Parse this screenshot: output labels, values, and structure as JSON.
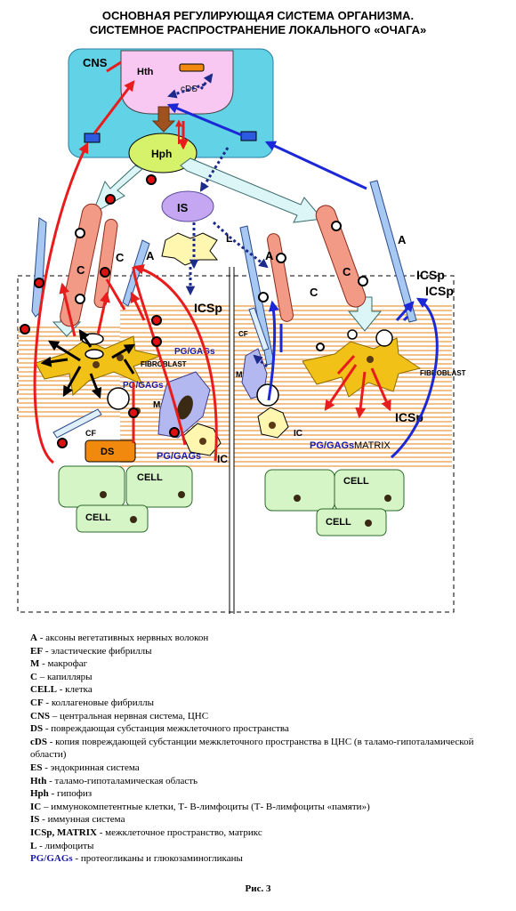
{
  "title": {
    "line1": "ОСНОВНАЯ РЕГУЛИРУЮЩАЯ СИСТЕМА ОРГАНИЗМА.",
    "line2": "СИСТЕМНОЕ РАСПРОСТРАНЕНИЕ ЛОКАЛЬНОГО «ОЧАГА»"
  },
  "diagram": {
    "cns": "CNS",
    "hth": "Hth",
    "cds": "cDS",
    "hph": "Hph",
    "is": "IS",
    "l": "L",
    "a": "A",
    "c": "C",
    "icsp": "ICSp",
    "cf": "CF",
    "m": "M",
    "fibroblast": "FIBROBLAST",
    "pggags": "PG/GAGs",
    "ic": "IC",
    "ds": "DS",
    "cell": "CELL",
    "matrix": "MATRIX"
  },
  "legend": [
    {
      "term": "A",
      "desc": " -  аксоны вегетативных нервных волокон"
    },
    {
      "term": "EF",
      "desc": " -  эластические фибриллы"
    },
    {
      "term": "M",
      "desc": "  -  макрофаг"
    },
    {
      "term": "C",
      "desc": " – капилляры"
    },
    {
      "term": "CELL",
      "desc": " - клетка"
    },
    {
      "term": "CF",
      "desc": " -   коллагеновые фибриллы"
    },
    {
      "term": "CNS",
      "desc": " – центральная нервная система, ЦНС"
    },
    {
      "term": "DS",
      "desc": "  -  повреждающая субстанция межклеточного пространства"
    },
    {
      "term": "cDS",
      "desc": "  - копия повреждающей субстанции межклеточного пространства в ЦНС (в таламо-гипоталамической области)"
    },
    {
      "term": "ES",
      "desc": " - эндокринная система"
    },
    {
      "term": "Hth",
      "desc": " - таламо-гипоталамическая область"
    },
    {
      "term": "Hph",
      "desc": " - гипофиз"
    },
    {
      "term": "IC",
      "desc": " –  иммунокомпетентные клетки, Т- В-лимфоциты (Т- В-лимфоциты «памяти»)"
    },
    {
      "term": "IS",
      "desc": "  - иммунная система"
    },
    {
      "term": "ICSp, MATRIX",
      "desc": " -  межклеточное пространство, матрикс"
    },
    {
      "term": "L",
      "desc": " - лимфоциты"
    },
    {
      "term": "PG/GAGs",
      "desc": "  - протеогликаны и глюкозаминогликаны",
      "blue": true
    }
  ],
  "caption": "Рис. 3",
  "colors": {
    "cns_fill": "#62d2e6",
    "hth_fill": "#f9c8f2",
    "hph_fill": "#d6f26a",
    "is_fill": "#c4a6f2",
    "capillary": "#f29a86",
    "fibroblast": "#f2c118",
    "ds_fill": "#f2890f",
    "cell_fill": "#d6f5c6",
    "matrix_line": "#f2c08a",
    "arrow_red": "#e81c1c",
    "arrow_blue": "#1c28d6",
    "pale_arrow": "#dcf5f6"
  }
}
